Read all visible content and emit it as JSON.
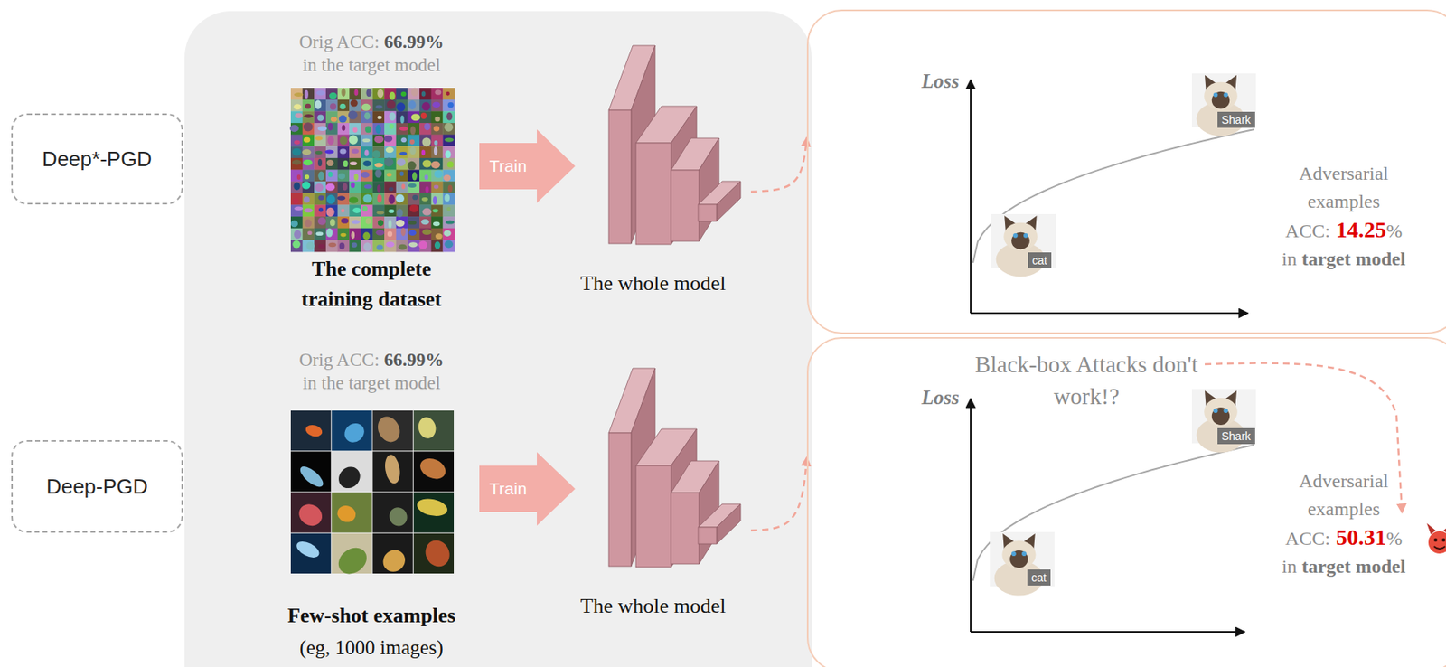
{
  "diagram": {
    "nodes": [
      {
        "text": [
          "Deep*-PGD"
        ]
      },
      {
        "text": [
          "Orig ACC:",
          "66.99%",
          "in the target model",
          "The complete training dataset"
        ]
      },
      {
        "text": [
          "The whole model"
        ]
      },
      {
        "text": [
          "Loss",
          "cat",
          "Shark",
          "Adversarial examples",
          "ACC:",
          "14.25",
          "%",
          "in",
          "target model"
        ]
      },
      {
        "text": [
          "Deep-PGD"
        ]
      },
      {
        "text": [
          "Orig ACC:",
          "66.99%",
          "in the target model",
          "Few-shot examples",
          "(eg, 1000 images)"
        ]
      },
      {
        "text": [
          "The whole model"
        ]
      },
      {
        "text": [
          "Loss",
          "Black-box Attacks don't work!?",
          "cat",
          "Shark",
          "Adversarial examples",
          "ACC:",
          "50.31",
          "%",
          "in",
          "target model"
        ]
      }
    ],
    "edges": [
      {
        "from": 1,
        "to": 2,
        "label": "Train",
        "arrow": "to"
      },
      {
        "from": 2,
        "to": 3,
        "arrow": "to"
      },
      {
        "from": 5,
        "to": 6,
        "label": "Train",
        "arrow": "to"
      },
      {
        "from": 6,
        "to": 7,
        "arrow": "to"
      }
    ]
  }
}
